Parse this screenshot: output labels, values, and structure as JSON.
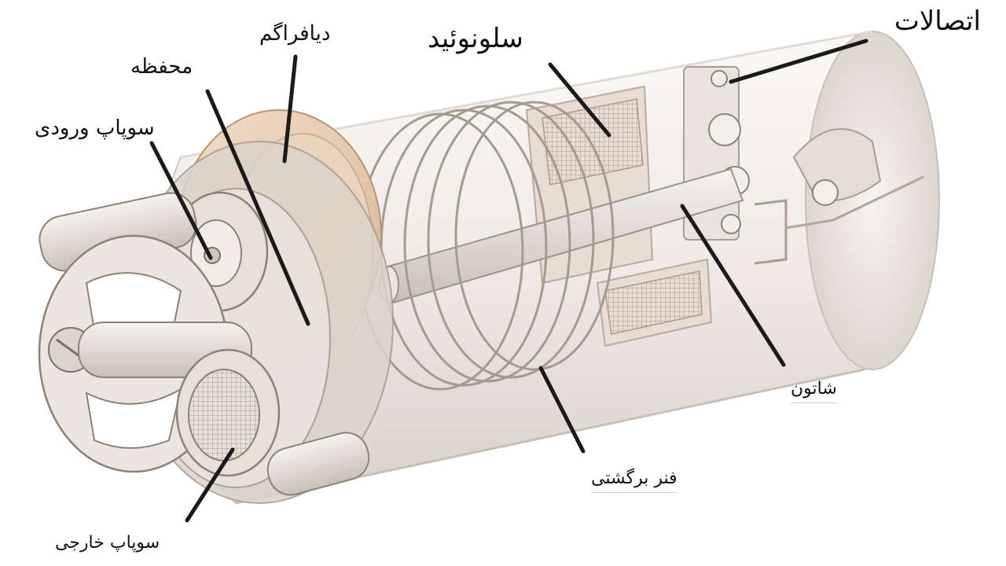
{
  "labels": {
    "connections": "اتصالات",
    "solenoid": "سلونوئید",
    "diaphragm": "دیافراگم",
    "chamber": "محفظه",
    "inlet_valve": "سوپاپ ورودی",
    "plunger": "شاتون",
    "return_spring": "فنر برگشتی",
    "outlet_valve": "سوپاپ خارجی"
  },
  "colors": {
    "body_light": "#f4f1ee",
    "body_shadow": "#d9d3cc",
    "copper": "#e8c9ad",
    "metal": "#cfc7bf",
    "leader": "#1a1a1a"
  }
}
